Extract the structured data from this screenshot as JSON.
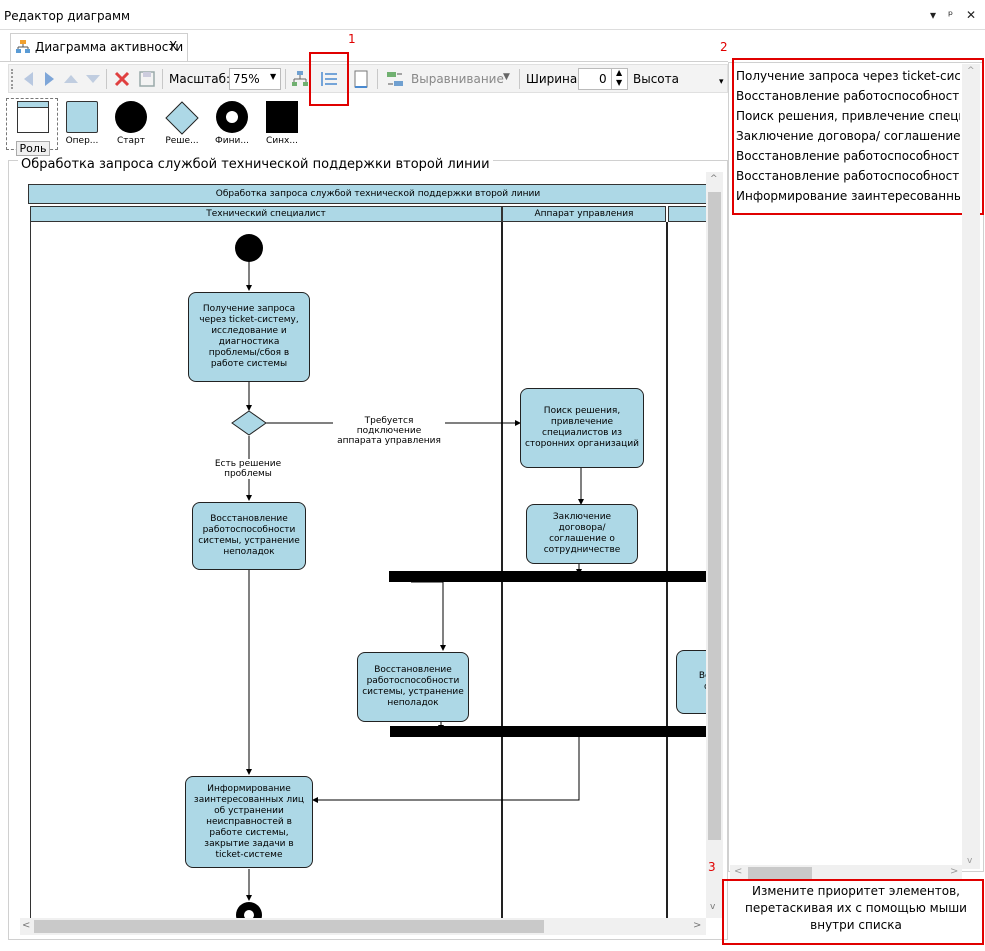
{
  "window": {
    "title": "Редактор диаграмм",
    "ctl_pin": "▾",
    "ctl_dock": "ᵖ",
    "ctl_close": "✕"
  },
  "tab": {
    "label": "Диаграмма активности",
    "close": "X"
  },
  "toolbar": {
    "scale_label": "Масштаб:",
    "scale_value": "75%",
    "align_label": "Выравнивание",
    "width_label": "Ширина",
    "width_value": "0",
    "height_label": "Высота"
  },
  "callouts": {
    "n1": "1",
    "n2": "2",
    "n3": "3"
  },
  "palette": [
    {
      "label": "Роль"
    },
    {
      "label": "Опер..."
    },
    {
      "label": "Старт"
    },
    {
      "label": "Реше..."
    },
    {
      "label": "Фини..."
    },
    {
      "label": "Синх..."
    }
  ],
  "diagram": {
    "frame_title": "Обработка запроса службой технической поддержки второй линии",
    "header": "Обработка запроса службой технической поддержки второй линии",
    "lanes": [
      "Технический специалист",
      "Аппарат управления"
    ],
    "nodes": {
      "n_receive": "Получение запроса через ticket-систему, исследование и диагностика проблемы/сбоя в работе системы",
      "n_restore1": "Восстановление работоспособности системы, устранение неполадок",
      "n_search": "Поиск решения, привлечение специалистов из сторонних организаций",
      "n_contract": "Заключение договора/ соглашение о сотрудничестве",
      "n_restore2": "Восстановление работоспособности системы, устранение неполадок",
      "n_partial": "Во раб сист",
      "n_inform": "Информирование заинтересованных лиц об устранении неисправностей в работе системы, закрытие задачи в ticket-системе"
    },
    "edge_labels": {
      "need_mgmt": "Требуется подключение аппарата управления",
      "has_solution": "Есть решение проблемы"
    }
  },
  "priority_list": [
    "Получение запроса через ticket-систему",
    "Восстановление работоспособности сис",
    "Поиск решения, привлечение специалис",
    "Заключение договора/ соглашение о сот",
    "Восстановление работоспособности сис",
    "Восстановление работоспособности сис",
    "Информирование заинтересованных ли"
  ],
  "hint": "Измените приоритет элементов, перетаскивая их с помощью мыши внутри списка",
  "colors": {
    "accent_red": "#e00000",
    "node_fill": "#add8e6",
    "lane_header": "#add8e6"
  }
}
